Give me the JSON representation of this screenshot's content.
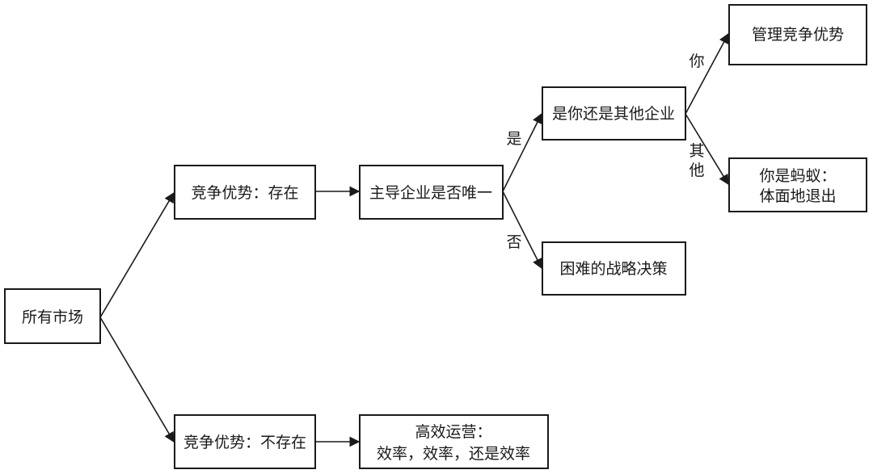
{
  "nodes": {
    "all_markets": "所有市场",
    "advantage_exists": "竞争优势：存在",
    "advantage_not_exists": "竞争优势：不存在",
    "leader_unique": "主导企业是否唯一",
    "you_or_other": "是你还是其他企业",
    "difficult_decision": "困难的战略决策",
    "manage_advantage": "管理竞争优势",
    "ant_exit_line1": "你是蚂蚁：",
    "ant_exit_line2": "体面地退出",
    "efficient_ops_line1": "高效运营：",
    "efficient_ops_line2": "效率，效率，还是效率"
  },
  "edge_labels": {
    "yes": "是",
    "no": "否",
    "you": "你",
    "other_line1": "其",
    "other_line2": "他"
  },
  "colors": {
    "stroke": "#1a1a1a",
    "background": "#ffffff"
  }
}
